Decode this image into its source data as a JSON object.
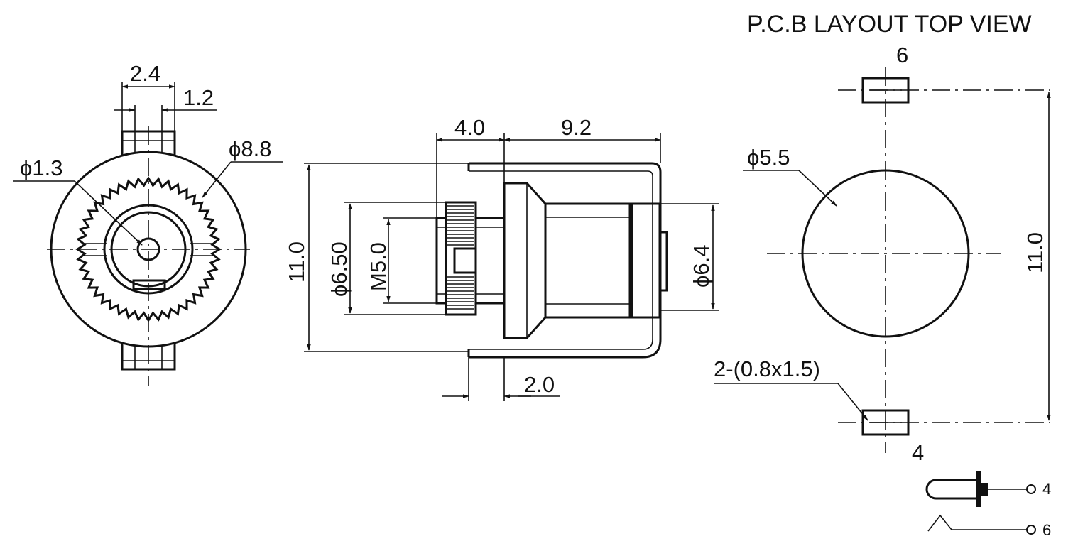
{
  "title": "P.C.B LAYOUT TOP VIEW",
  "front_view": {
    "width_dim": "2.4",
    "slot_dim": "1.2",
    "hole_dim": "ϕ1.3",
    "outer_dim": "ϕ8.8"
  },
  "side_view": {
    "length_a": "4.0",
    "length_b": "9.2",
    "height": "11.0",
    "nut_dia": "ϕ6.50",
    "thread": "M5.0",
    "body_dia": "ϕ6.4",
    "pin_offset": "2.0"
  },
  "pcb_layout": {
    "hole_dia": "ϕ5.5",
    "height": "11.0",
    "pad_top_label": "6",
    "pad_bottom_label": "4",
    "pad_size": "2-(0.8x1.5)"
  },
  "schematic": {
    "pin_tip": "4",
    "pin_sleeve": "6"
  }
}
